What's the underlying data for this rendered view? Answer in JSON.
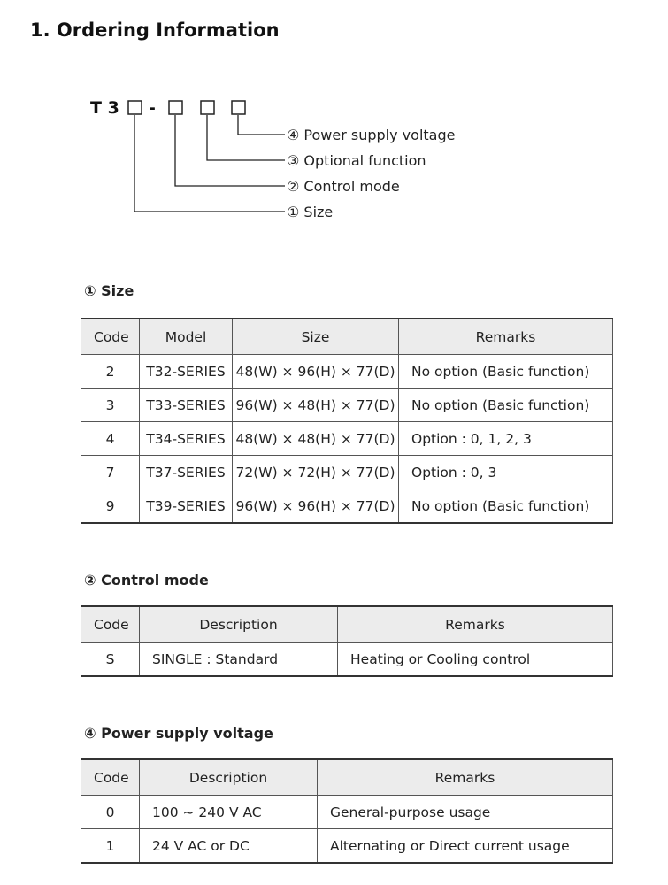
{
  "heading": "1. Ordering Information",
  "code_pattern": {
    "prefix": "T 3",
    "dash": "-",
    "labels": [
      "④ Power supply voltage",
      "③ Optional function",
      "② Control mode",
      "① Size"
    ]
  },
  "size_section": {
    "title": "① Size",
    "headers": [
      "Code",
      "Model",
      "Size",
      "Remarks"
    ],
    "rows": [
      [
        "2",
        "T32-SERIES",
        "48(W) × 96(H) × 77(D)",
        "No option (Basic function)"
      ],
      [
        "3",
        "T33-SERIES",
        "96(W) × 48(H) × 77(D)",
        "No option (Basic function)"
      ],
      [
        "4",
        "T34-SERIES",
        "48(W) × 48(H) × 77(D)",
        "Option : 0, 1, 2, 3"
      ],
      [
        "7",
        "T37-SERIES",
        "72(W) × 72(H) × 77(D)",
        "Option : 0, 3"
      ],
      [
        "9",
        "T39-SERIES",
        "96(W) × 96(H) × 77(D)",
        "No option (Basic function)"
      ]
    ]
  },
  "control_section": {
    "title": "② Control mode",
    "headers": [
      "Code",
      "Description",
      "Remarks"
    ],
    "rows": [
      [
        "S",
        "SINGLE : Standard",
        "Heating or Cooling control"
      ]
    ]
  },
  "power_section": {
    "title": "④ Power supply voltage",
    "headers": [
      "Code",
      "Description",
      "Remarks"
    ],
    "rows": [
      [
        "0",
        "100 ~ 240 V AC",
        "General-purpose usage"
      ],
      [
        "1",
        "24 V AC or DC",
        "Alternating or Direct current usage"
      ]
    ]
  }
}
